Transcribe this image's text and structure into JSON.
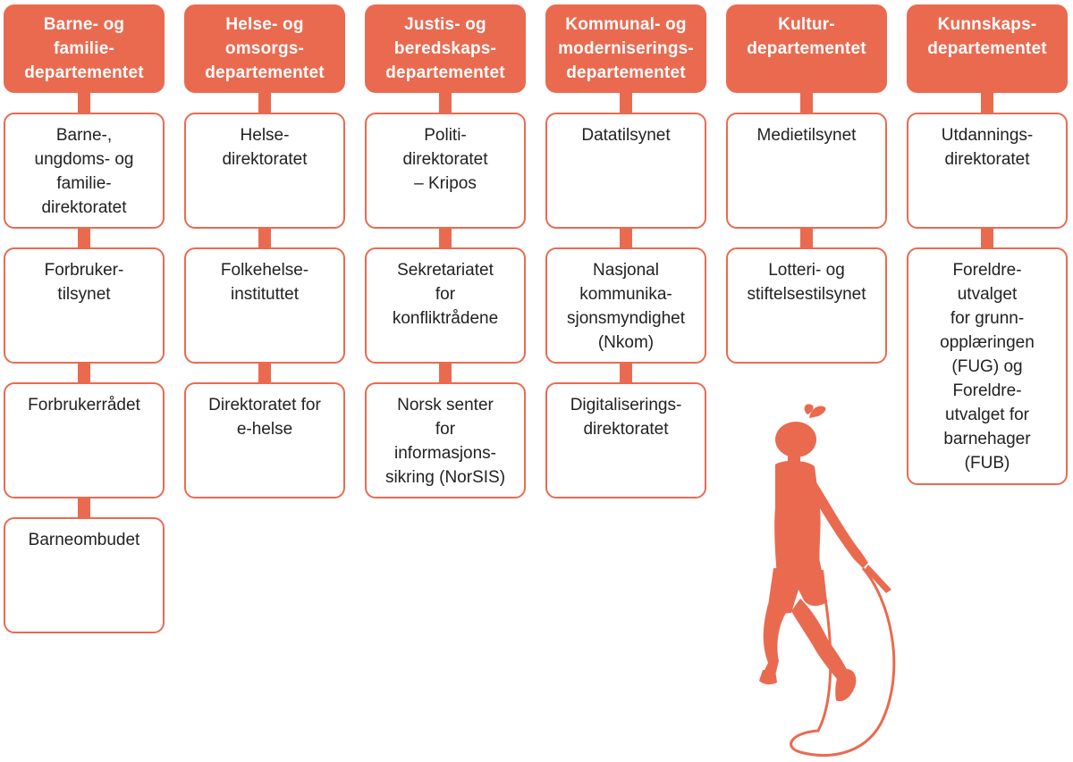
{
  "columns": [
    {
      "heading": "Barne- og\nfamilie-\ndepartementet",
      "boxes": [
        "Barne-,\nungdoms- og\nfamilie-\ndirektoratet",
        "Forbruker-\ntilsynet",
        "Forbrukerrådet",
        "Barneombudet"
      ]
    },
    {
      "heading": "Helse- og\nomsorgs-\ndepartementet",
      "boxes": [
        "Helse-\ndirektoratet",
        "Folkehelse-\ninstituttet",
        "Direktoratet for\ne-helse"
      ]
    },
    {
      "heading": "Justis- og\nberedskaps-\ndepartementet",
      "boxes": [
        "Politi-\ndirektoratet\n– Kripos",
        "Sekretariatet\nfor\nkonfliktrådene",
        "Norsk senter\nfor\ninformasjons-\nsikring (NorSIS)"
      ]
    },
    {
      "heading": "Kommunal- og\nmoderniserings-\ndepartementet",
      "boxes": [
        "Datatilsynet",
        "Nasjonal\nkommunika-\nsjonsmyndighet\n(Nkom)",
        "Digitaliserings-\ndirektoratet"
      ]
    },
    {
      "heading": "Kultur-\ndepartementet",
      "boxes": [
        "Medietilsynet",
        "Lotteri- og\nstiftelsestilsynet"
      ]
    },
    {
      "heading": "Kunnskaps-\ndepartementet",
      "boxes": [
        "Utdannings-\ndirektoratet",
        "Foreldre-\nutvalget\nfor grunn-\nopplæringen\n(FUG) og\nForeldre-\nutvalget for\nbarnehager\n(FUB)"
      ]
    }
  ],
  "colors": {
    "accent": "#ea6a50",
    "text": "#222222",
    "background": "#ffffff"
  },
  "illustration": {
    "icon": "jump-rope-girl-icon"
  }
}
